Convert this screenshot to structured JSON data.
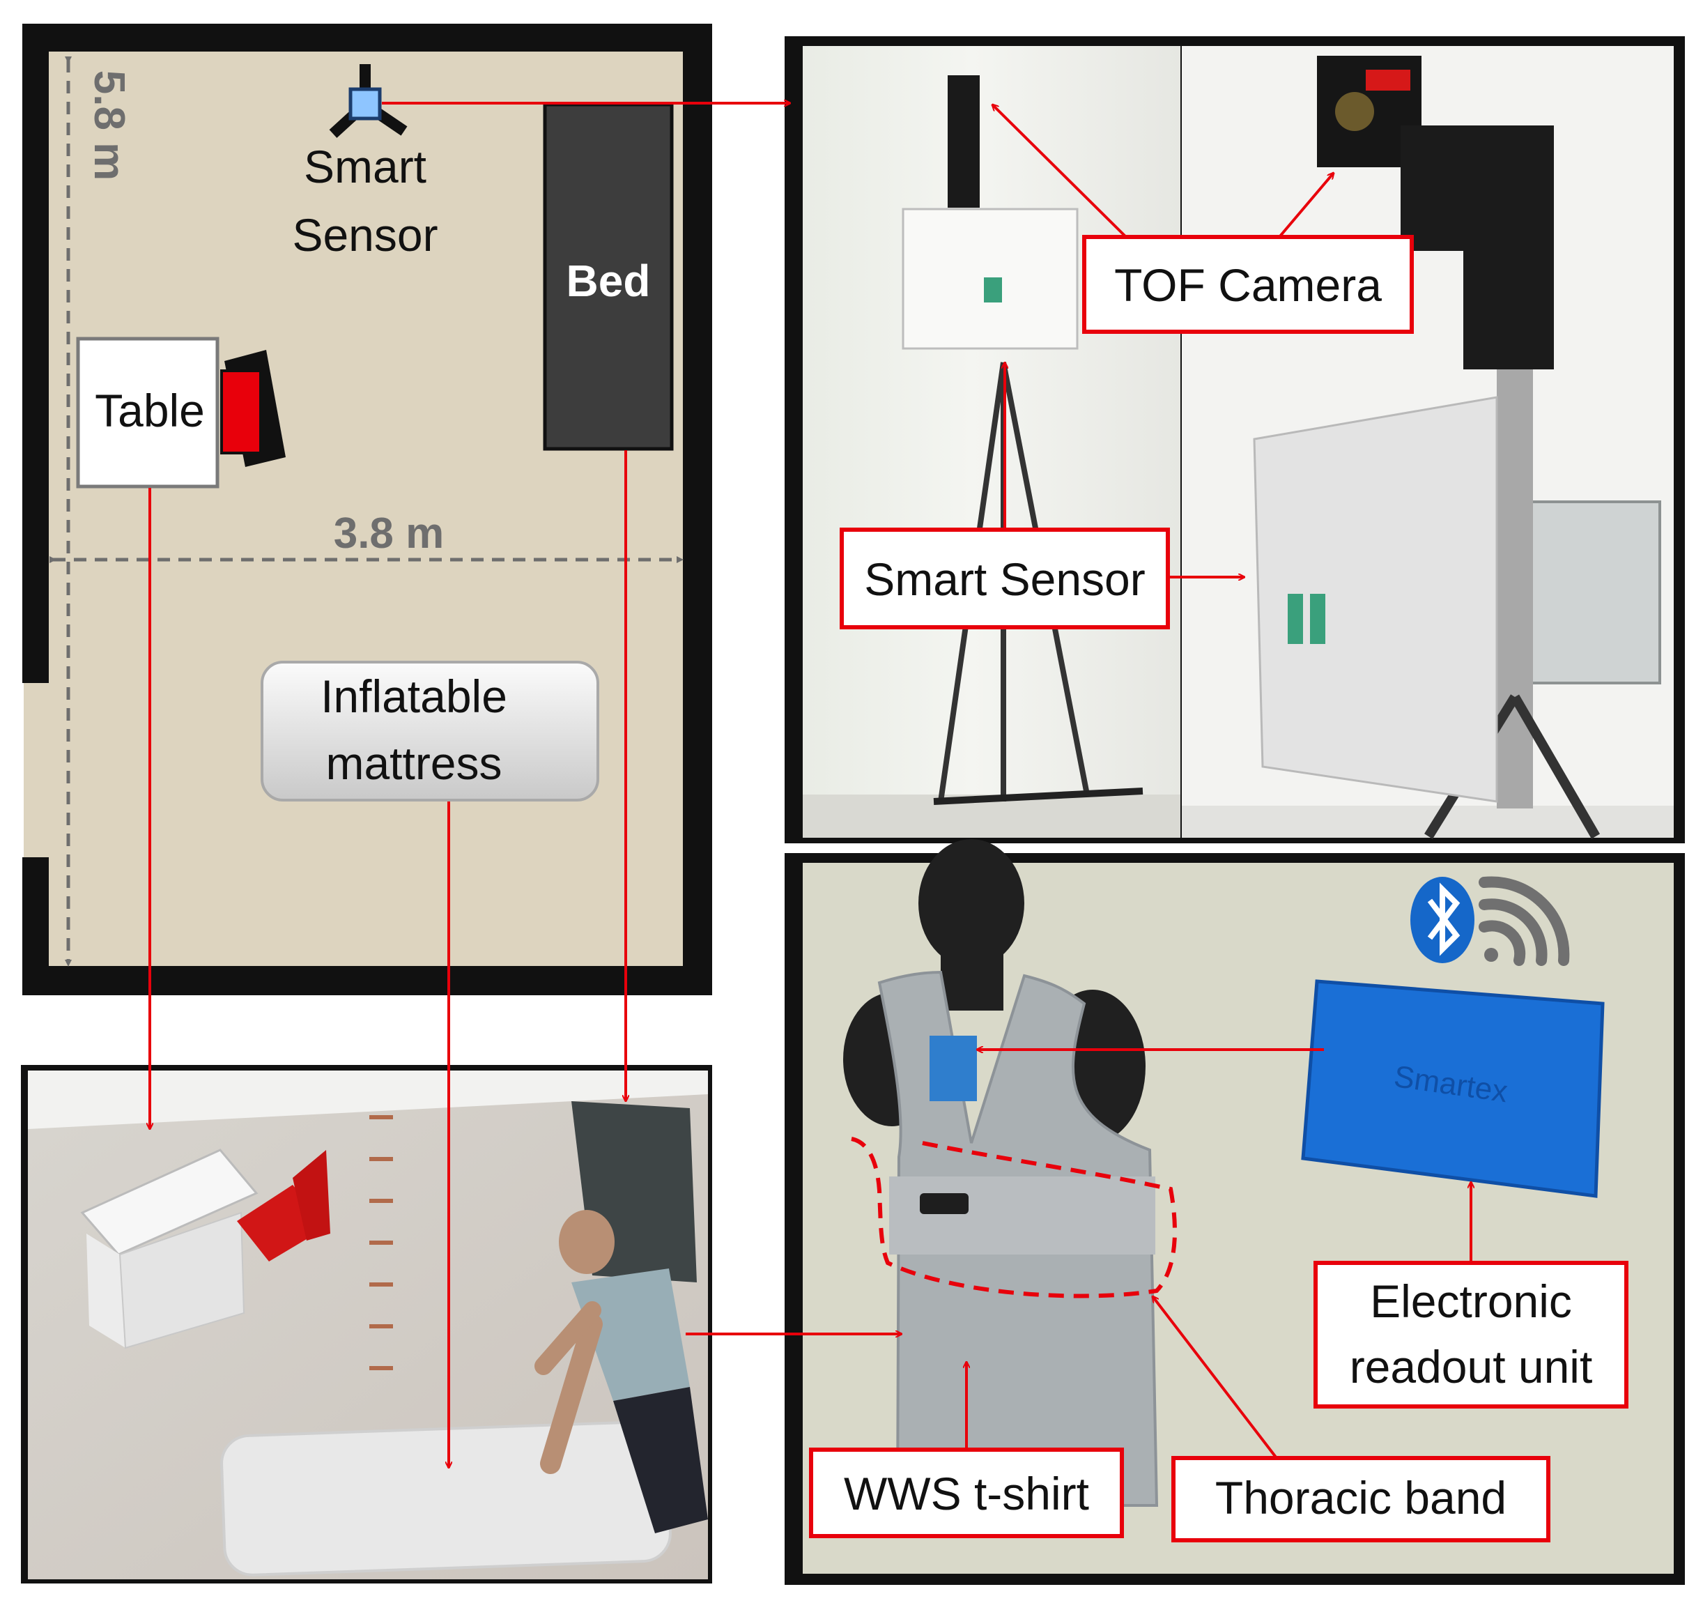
{
  "floorplan": {
    "width_label": "3.8 m",
    "height_label": "5.8 m",
    "smart_sensor_line1": "Smart",
    "smart_sensor_line2": "Sensor",
    "bed": "Bed",
    "table": "Table",
    "mattress_line1": "Inflatable",
    "mattress_line2": "mattress"
  },
  "sensor_panel": {
    "tof_camera": "TOF Camera",
    "smart_sensor": "Smart Sensor"
  },
  "wearable_panel": {
    "wws_tshirt": "WWS t-shirt",
    "thoracic_band": "Thoracic band",
    "readout_line1": "Electronic",
    "readout_line2": "readout unit",
    "device_brand": "Smartex"
  },
  "colors": {
    "arrow": "#e8000b",
    "floor": "#ddd4bf",
    "wall": "#111111",
    "bed": "#3d3d3d",
    "device": "#1a6fd6"
  }
}
